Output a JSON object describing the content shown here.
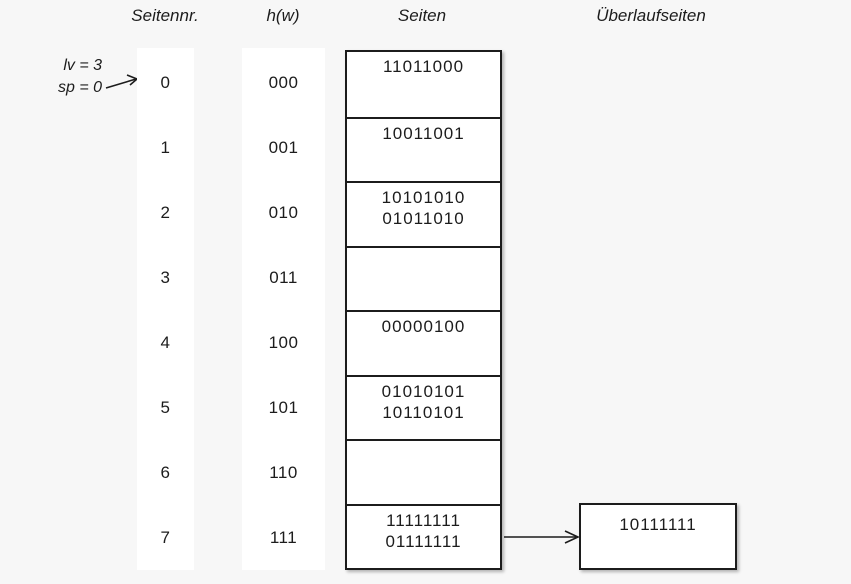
{
  "headers": {
    "seitennr": "Seitennr.",
    "hw": "h(w)",
    "seiten": "Seiten",
    "ueberlaufseiten": "Überlaufseiten"
  },
  "annotation": {
    "lv": "lv = 3",
    "sp": "sp = 0"
  },
  "columns": {
    "page_numbers": [
      "0",
      "1",
      "2",
      "3",
      "4",
      "5",
      "6",
      "7"
    ],
    "hash_values": [
      "000",
      "001",
      "010",
      "011",
      "100",
      "101",
      "110",
      "111"
    ]
  },
  "pages_table": {
    "rows": [
      {
        "values": [
          "11011000",
          ""
        ]
      },
      {
        "values": [
          "10011001",
          ""
        ]
      },
      {
        "values": [
          "10101010",
          "01011010"
        ]
      },
      {
        "values": [
          "",
          ""
        ]
      },
      {
        "values": [
          "00000100",
          ""
        ]
      },
      {
        "values": [
          "01010101",
          "10110101"
        ]
      },
      {
        "values": [
          "",
          ""
        ]
      },
      {
        "values": [
          "11111111",
          "01111111"
        ]
      }
    ]
  },
  "overflow": {
    "value": "10111111"
  },
  "colors": {
    "background": "#f7f7f7",
    "ink": "#1c1c1c",
    "box_fill": "#ffffff"
  }
}
